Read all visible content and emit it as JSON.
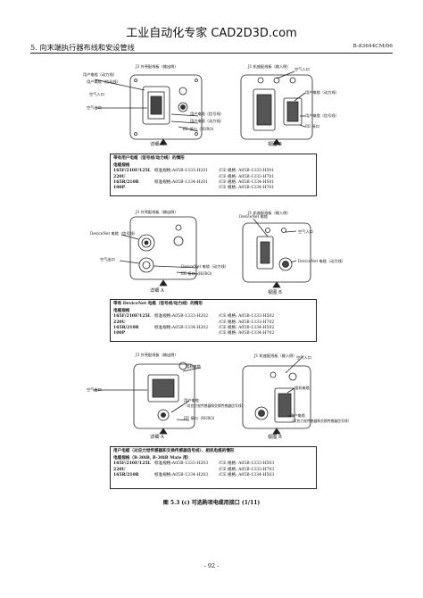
{
  "watermark": "工业自动化专家 CAD2D3D.com",
  "header": {
    "section": "5. 向末端执行器布线和安设管线",
    "doc_id": "B-83644CM/06"
  },
  "block1": {
    "j3_title": "J3 外壳配线板（输出侧）",
    "j1_title": "J1 机座配线板（输入侧）",
    "left_labels": [
      "用户电缆（动力线）",
      "用户电缆（信号线）",
      "空气入口",
      "空气出口",
      "用户电缆（信号线）",
      "用户电缆（动力线）",
      "EE 接口（RI/RO）"
    ],
    "right_labels": [
      "空气入口",
      "用户电缆（动力线）",
      "用户电缆（信号线）",
      "EE 接口"
    ],
    "detail": "详细 A",
    "view": "视图 B",
    "box_title": "带有用户电缆（信号线/动力线）的情形",
    "spec_head": "电缆规格",
    "rows": [
      [
        "165F/210F/125L",
        "标准规格:A05B-1333-H201",
        "/CE 规格: A05B-1333-H501"
      ],
      [
        "220U",
        "",
        "/CE 规格: A05B-1333-H701"
      ],
      [
        "165R/210R",
        "标准规格:A05B-1334-H201",
        "/CE 规格: A05B-1334-H501"
      ],
      [
        "100P",
        "",
        "/CE 规格: A05B-1334-H701"
      ]
    ]
  },
  "block2": {
    "j3_title": "J3 外壳配线板（输出侧）",
    "j1_title": "J1 机座配线板（输入侧）",
    "left_labels": [
      "DeviceNet 电缆（信号线）",
      "空气出口",
      "DeviceNet 电缆（动力线）",
      "EE 接口（RI/RO）"
    ],
    "right_labels": [
      "DeviceNet 电缆",
      "空气入口",
      "DeviceNet 电缆（动力线）"
    ],
    "detail": "详细 A",
    "view": "视图 B",
    "box_title": "带有 DeviceNet 电缆（信号线/动力线）的情形",
    "spec_head": "电缆规格",
    "rows": [
      [
        "165F/210F/125L",
        "标准规格:A05B-1333-H202",
        "/CE 规格: A05B-1333-H502"
      ],
      [
        "220U",
        "",
        "/CE 规格: A05B-1333-H702"
      ],
      [
        "165R/210R",
        "标准规格:A05B-1334-H202",
        "/CE 规格: A05B-1334-H502"
      ],
      [
        "100P",
        "",
        "/CE 规格: A05B-1334-H702"
      ]
    ]
  },
  "block3": {
    "j3_title": "J3 外壳配线板（输出侧）",
    "j1_title": "J1 机座配线板（输入侧）",
    "left_labels": [
      "相机电缆",
      "空气出口",
      "用户电缆",
      "（对应力觉传感器和交换传感器信号线）",
      "EE 接口（RI/RO）"
    ],
    "right_labels": [
      "空气入口",
      "相机电缆",
      "用户电缆",
      "（对应力觉传感器和交换传感器信号线）"
    ],
    "detail": "详细 A",
    "view": "视图 B",
    "box_title": "用户电缆（对应力觉传感器和交换传感器信号线）、相机电缆的情形",
    "spec_head": "电缆规格（R-30iB, R-30iB Mate 用）",
    "rows": [
      [
        "165F/210F/125L",
        "标准规格:A05B-1333-H203",
        "/CE 规格: A05B-1333-H503"
      ],
      [
        "220U",
        "",
        "/CE 规格: A05B-1333-H703"
      ],
      [
        "165R/210R",
        "标准规格:A05B-1334-H203",
        "/CE 规格: A05B-1334-H503"
      ]
    ]
  },
  "figure_caption": "图 5.3 (c)  可选购项电缆用接口 (1/11)",
  "page_number": "- 92 -"
}
